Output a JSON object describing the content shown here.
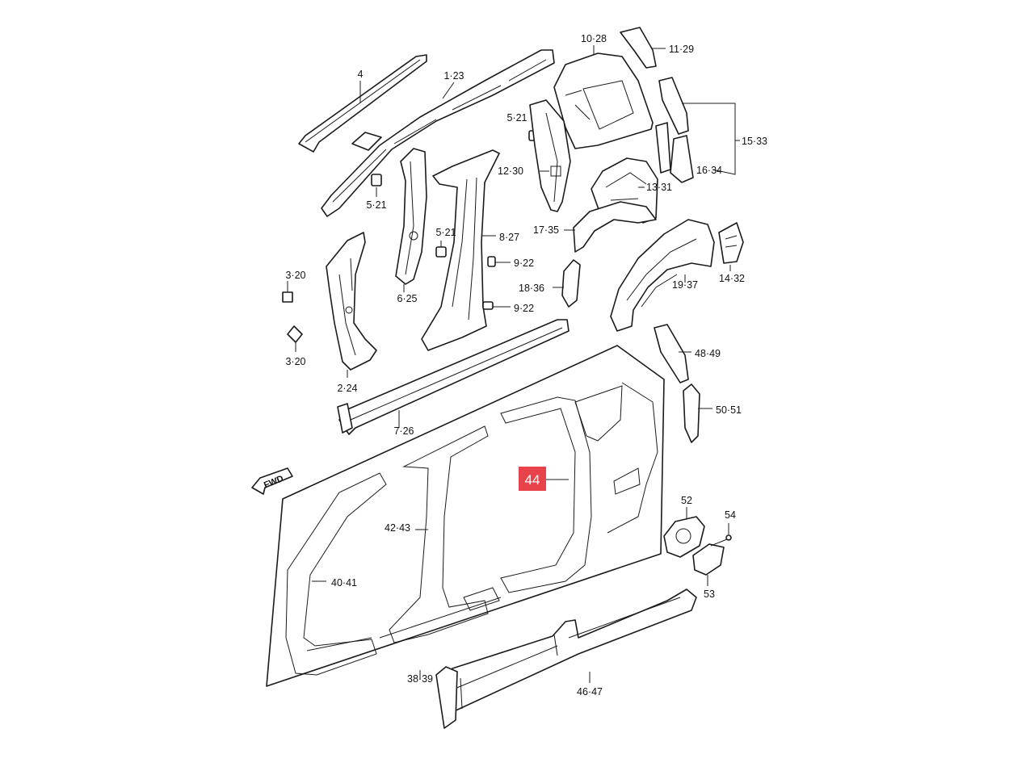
{
  "labels": {
    "p4": "4",
    "p1_23": "1·23",
    "p10_28": "10·28",
    "p11_29": "11·29",
    "p5_21a": "5·21",
    "p5_21b": "5·21",
    "p5_21c": "5·21",
    "p12_30": "12·30",
    "p15_33": "15·33",
    "p16_34": "16·34",
    "p13_31": "13·31",
    "p17_35": "17·35",
    "p8_27": "8·27",
    "p3_20a": "3·20",
    "p3_20b": "3·20",
    "p9_22a": "9·22",
    "p9_22b": "9·22",
    "p6_25": "6·25",
    "p18_36": "18·36",
    "p19_37": "19·37",
    "p14_32": "14·32",
    "p2_24": "2·24",
    "p48_49": "48·49",
    "p7_26": "7·26",
    "p50_51": "50·51",
    "p44": "44",
    "p52": "52",
    "p54": "54",
    "p42_43": "42·43",
    "p40_41": "40·41",
    "p53": "53",
    "p38_39": "38·39",
    "p46_47": "46·47"
  },
  "fwd_badge": "FWD",
  "highlight_color": "#e8434a"
}
